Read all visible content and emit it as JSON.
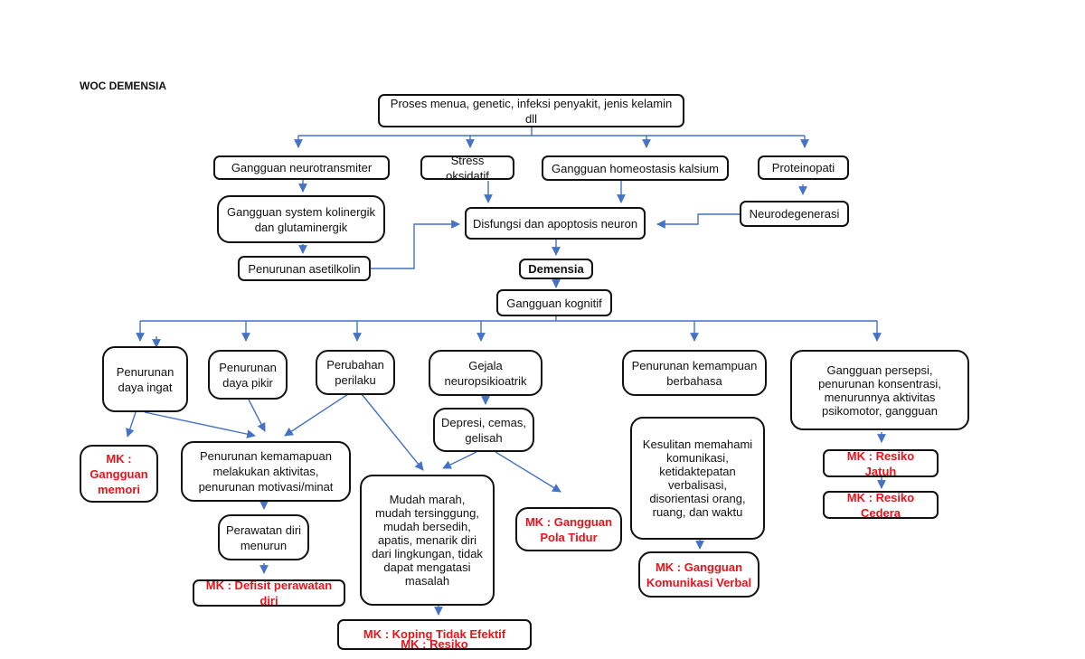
{
  "title": "WOC DEMENSIA",
  "colors": {
    "arrow": "#4472c4",
    "mk_text": "#e8141b",
    "border": "#111111"
  },
  "nodes": {
    "root": "Proses menua, genetic, infeksi penyakit, jenis kelamin dll",
    "neurotransmiter": "Gangguan neurotransmiter",
    "stress": "Stress oksidatif",
    "homeostasis": "Gangguan homeostasis kalsium",
    "proteinopati": "Proteinopati",
    "kolinergik": "Gangguan system kolinergik\ndan glutaminergik",
    "disfungsi": "Disfungsi dan apoptosis neuron",
    "neurodegenerasi": "Neurodegenerasi",
    "asetilkolin": "Penurunan asetilkolin",
    "demensia": "Demensia",
    "kognitif": "Gangguan kognitif",
    "daya_ingat": "Penurunan\ndaya ingat",
    "daya_pikir": "Penurunan\ndaya pikir",
    "perilaku": "Perubahan\nperilaku",
    "neuropsikiatrik": "Gejala\nneuropsikioatrik",
    "berbahasa": "Penurunan kemampuan\nberbahasa",
    "persepsi": "Gangguan persepsi,\npenurunan konsentrasi,\nmenurunnya aktivitas\npsikomotor, gangguan",
    "depresi": "Depresi, cemas,\ngelisah",
    "aktivitas": "Penurunan kemamapuan\nmelakukan aktivitas,\npenurunan motivasi/minat",
    "mudah_marah": "Mudah marah,\nmudah tersinggung,\nmudah bersedih,\napatis, menarik diri\ndari lingkungan, tidak\ndapat mengatasi\nmasalah",
    "kesulitan": "Kesulitan memahami\nkomunikasi,\nketidaktepatan\nverbalisasi,\ndisorientasi orang,\nruang, dan  waktu",
    "perawatan": "Perawatan diri\nmenurun"
  },
  "mk": {
    "memori": "MK :\nGangguan\nmemori",
    "defisit": "MK : Defisit perawatan diri",
    "koping": "MK : Koping Tidak Efektif",
    "resiko": "MK : Resiko",
    "pola_tidur": "MK : Gangguan\nPola Tidur",
    "komunikasi": "MK : Gangguan\nKomunikasi Verbal",
    "jatuh": "MK : Resiko Jatuh",
    "cedera": "MK : Resiko Cedera"
  }
}
